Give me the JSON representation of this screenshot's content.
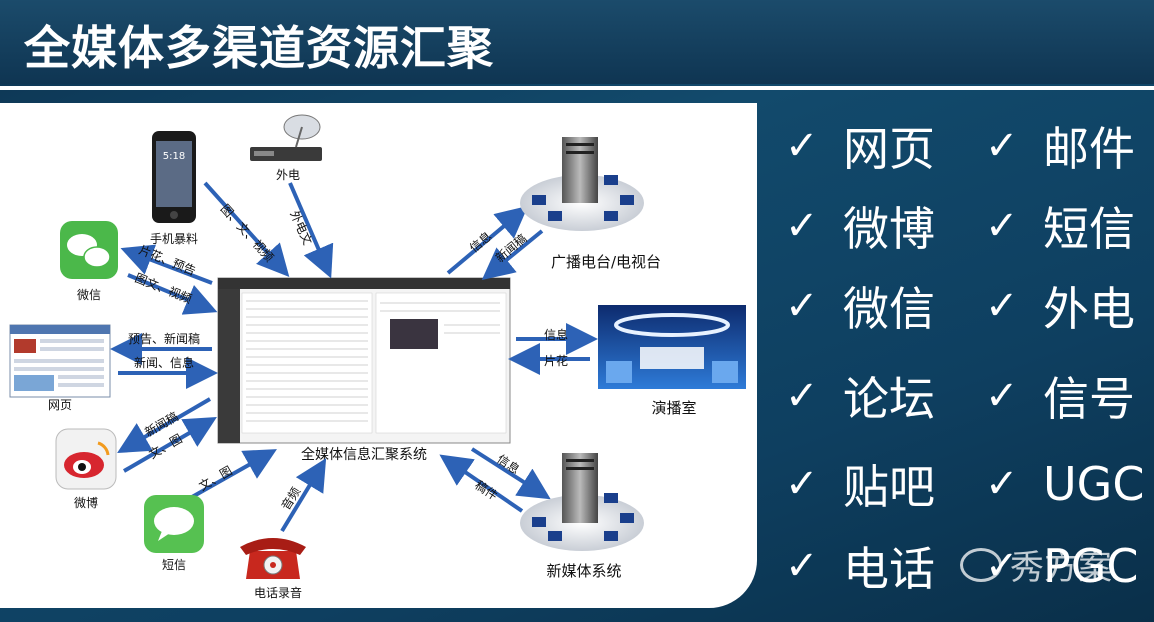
{
  "title": "全媒体多渠道资源汇聚",
  "diagram": {
    "center_label": "全媒体信息汇聚系统",
    "nodes": {
      "phone": "手机暴料",
      "satellite": "外电",
      "wechat": "微信",
      "webpage": "网页",
      "weibo": "微博",
      "sms": "短信",
      "telephone": "电话录音",
      "broadcast": "广播电台/电视台",
      "studio": "演播室",
      "newmedia": "新媒体系统"
    },
    "edges": {
      "phone": "图、文、视频",
      "satellite": "外电文",
      "wechat_in": "片花、预告",
      "wechat_out": "图文、视频",
      "web_out": "预告、新闻稿",
      "web_in": "新闻、信息",
      "weibo_out": "新闻稿",
      "weibo_in": "文、图",
      "sms": "文、图",
      "telephone": "音频",
      "broadcast_in": "信息",
      "broadcast_out": "新闻稿",
      "studio_out": "信息",
      "studio_in": "片花",
      "newmedia_out": "信息",
      "newmedia_in": "稿件"
    },
    "phone_time": "5:18"
  },
  "checklist": [
    {
      "left": "网页",
      "right": "邮件"
    },
    {
      "left": "微博",
      "right": "短信"
    },
    {
      "left": "微信",
      "right": "外电"
    },
    {
      "left": "论坛",
      "right": "信号"
    },
    {
      "left": "贴吧",
      "right": "UGC"
    },
    {
      "left": "电话",
      "right": "PGC"
    }
  ],
  "check_glyph": "✓",
  "watermark": "秀方案",
  "colors": {
    "background": "#0e3f60",
    "arrow": "#2d62b6",
    "text": "#ffffff"
  }
}
